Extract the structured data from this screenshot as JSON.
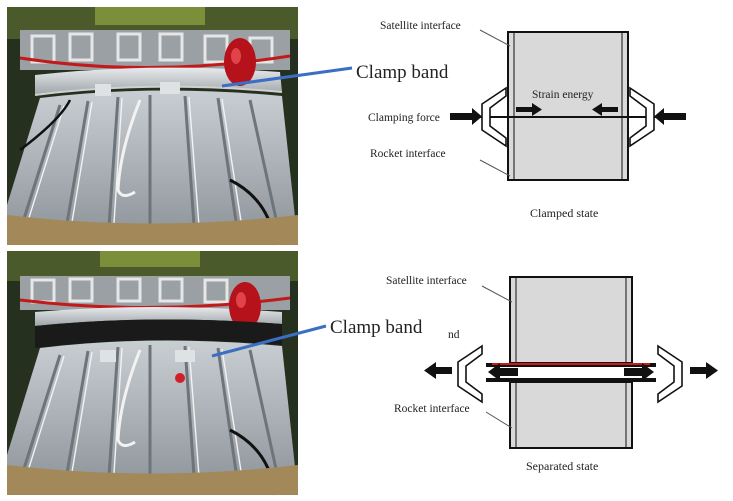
{
  "photos": {
    "top_callout": "Clamp band",
    "bottom_callout": "Clamp band"
  },
  "top_diagram": {
    "satellite_interface": "Satellite interface",
    "strain_energy": "Strain energy",
    "clamping_force": "Clamping force",
    "rocket_interface": "Rocket interface",
    "caption": "Clamped state"
  },
  "bottom_diagram": {
    "satellite_interface": "Satellite interface",
    "fragment": "nd",
    "rocket_interface": "Rocket interface",
    "caption": "Separated state"
  },
  "colors": {
    "callout_line": "#3a6fc4",
    "cylinder_fill": "#d9d9d9",
    "separation_line": "#d01818",
    "photo_bg": "#26301f"
  }
}
